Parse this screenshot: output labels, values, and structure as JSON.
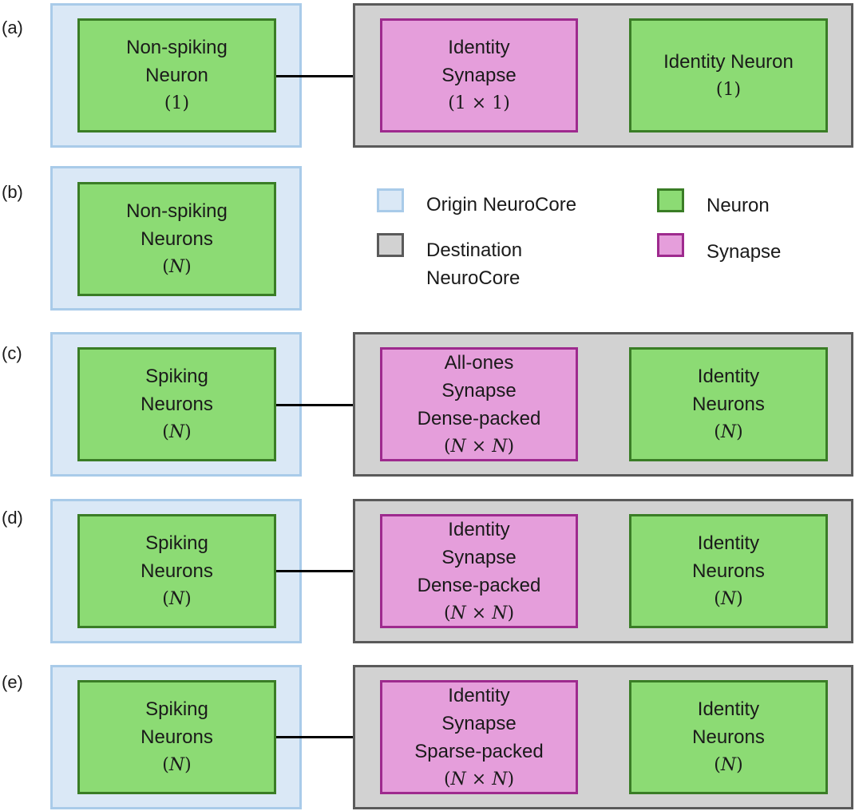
{
  "rows": {
    "a": {
      "label": "(a)",
      "origin_neuron": [
        "Non-spiking",
        "Neuron"
      ],
      "origin_dim": "1",
      "synapse": [
        "Identity",
        "Synapse"
      ],
      "synapse_dim": "1 × 1",
      "dest_neuron": [
        "Identity Neuron"
      ],
      "dest_dim": "1"
    },
    "b": {
      "label": "(b)",
      "origin_neuron": [
        "Non-spiking",
        "Neurons"
      ],
      "origin_dim": "N"
    },
    "c": {
      "label": "(c)",
      "origin_neuron": [
        "Spiking",
        "Neurons"
      ],
      "origin_dim": "N",
      "synapse": [
        "All-ones",
        "Synapse",
        "Dense-packed"
      ],
      "synapse_dim": "N × N",
      "dest_neuron": [
        "Identity",
        "Neurons"
      ],
      "dest_dim": "N"
    },
    "d": {
      "label": "(d)",
      "origin_neuron": [
        "Spiking",
        "Neurons"
      ],
      "origin_dim": "N",
      "synapse": [
        "Identity",
        "Synapse",
        "Dense-packed"
      ],
      "synapse_dim": "N × N",
      "dest_neuron": [
        "Identity",
        "Neurons"
      ],
      "dest_dim": "N"
    },
    "e": {
      "label": "(e)",
      "origin_neuron": [
        "Spiking",
        "Neurons"
      ],
      "origin_dim": "N",
      "synapse": [
        "Identity",
        "Synapse",
        "Sparse-packed"
      ],
      "synapse_dim": "N × N",
      "dest_neuron": [
        "Identity",
        "Neurons"
      ],
      "dest_dim": "N"
    }
  },
  "legend": {
    "origin": "Origin NeuroCore",
    "destination": [
      "Destination",
      "NeuroCore"
    ],
    "neuron": "Neuron",
    "synapse": "Synapse"
  },
  "colors": {
    "origin_fill": "#dae8f6",
    "origin_border": "#a9cbe9",
    "destination_fill": "#d2d2d2",
    "destination_border": "#5a5a5a",
    "neuron_fill": "#8cdb74",
    "neuron_border": "#3a7d26",
    "synapse_fill": "#e59edb",
    "synapse_border": "#9e2a8e"
  }
}
